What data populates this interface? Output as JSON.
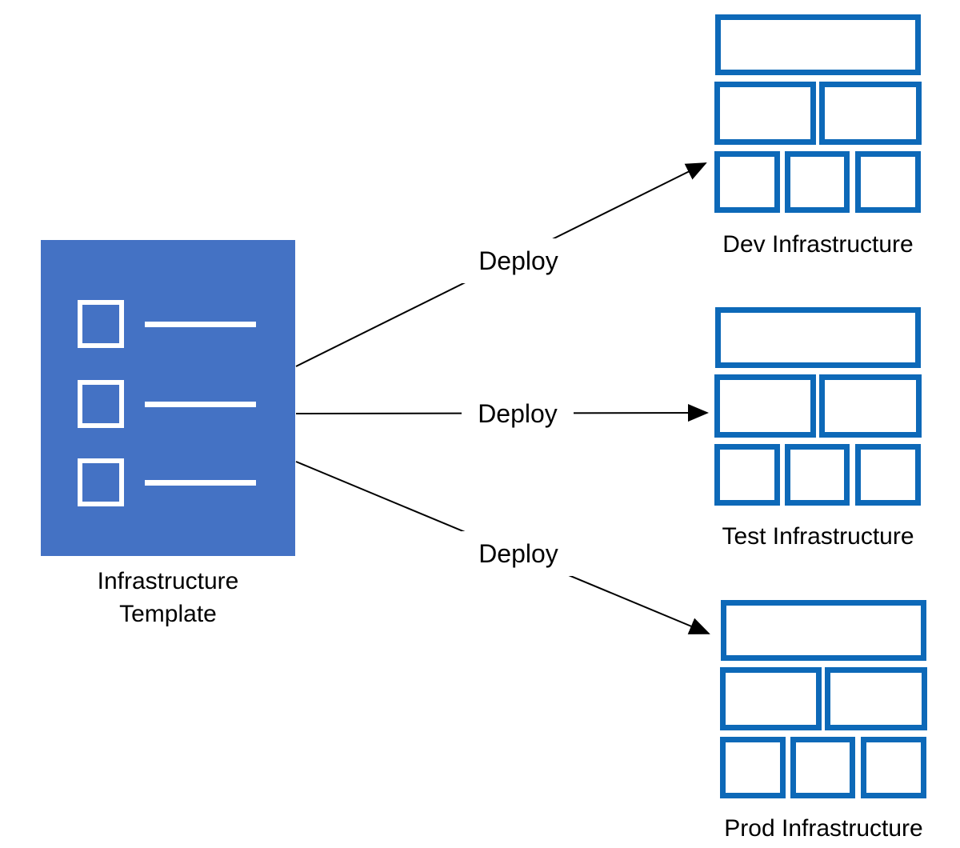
{
  "template": {
    "label_line1": "Infrastructure",
    "label_line2": "Template",
    "icon": "checklist-icon",
    "list_item_count": 3
  },
  "arrows": [
    {
      "label": "Deploy",
      "from": "Infrastructure Template",
      "to": "Dev Infrastructure"
    },
    {
      "label": "Deploy",
      "from": "Infrastructure Template",
      "to": "Test Infrastructure"
    },
    {
      "label": "Deploy",
      "from": "Infrastructure Template",
      "to": "Prod Infrastructure"
    }
  ],
  "environments": [
    {
      "label": "Dev Infrastructure",
      "icon": "brick-wall-icon",
      "brick_rows": [
        1,
        2,
        3
      ]
    },
    {
      "label": "Test Infrastructure",
      "icon": "brick-wall-icon",
      "brick_rows": [
        1,
        2,
        3
      ]
    },
    {
      "label": "Prod Infrastructure",
      "icon": "brick-wall-icon",
      "brick_rows": [
        1,
        2,
        3
      ]
    }
  ],
  "colors": {
    "template_fill": "#4472C4",
    "brick_outline": "#0D69B8",
    "arrow": "#000000",
    "text": "#000000",
    "background": "#FFFFFF"
  }
}
